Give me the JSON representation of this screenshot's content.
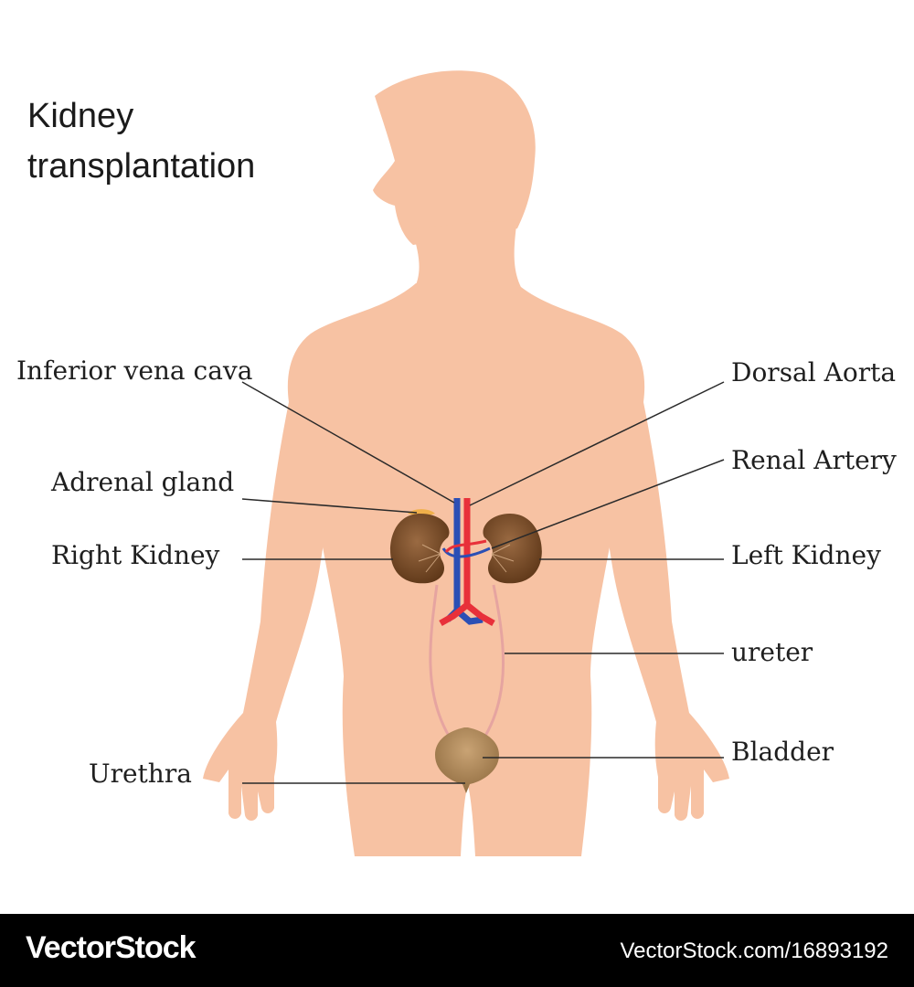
{
  "title": {
    "line1": "Kidney",
    "line2": "transplantation"
  },
  "labels": {
    "inferior_vena_cava": "Inferior vena cava",
    "dorsal_aorta": "Dorsal Aorta",
    "adrenal_gland": "Adrenal gland",
    "renal_artery": "Renal Artery",
    "right_kidney": "Right Kidney",
    "left_kidney": "Left Kidney",
    "ureter": "ureter",
    "bladder": "Bladder",
    "urethra": "Urethra"
  },
  "footer": {
    "brand": "VectorStock",
    "url": "VectorStock.com/16893192"
  },
  "colors": {
    "skin": "#f7c2a3",
    "kidney": "#7a4d2c",
    "bladder": "#b08a5a",
    "vein": "#2b4fb5",
    "artery": "#e8303a",
    "ureter": "#e6a4a0",
    "adrenal": "#f0b04a",
    "leader_line": "#2a2a2a",
    "footer_bg": "#000000"
  }
}
